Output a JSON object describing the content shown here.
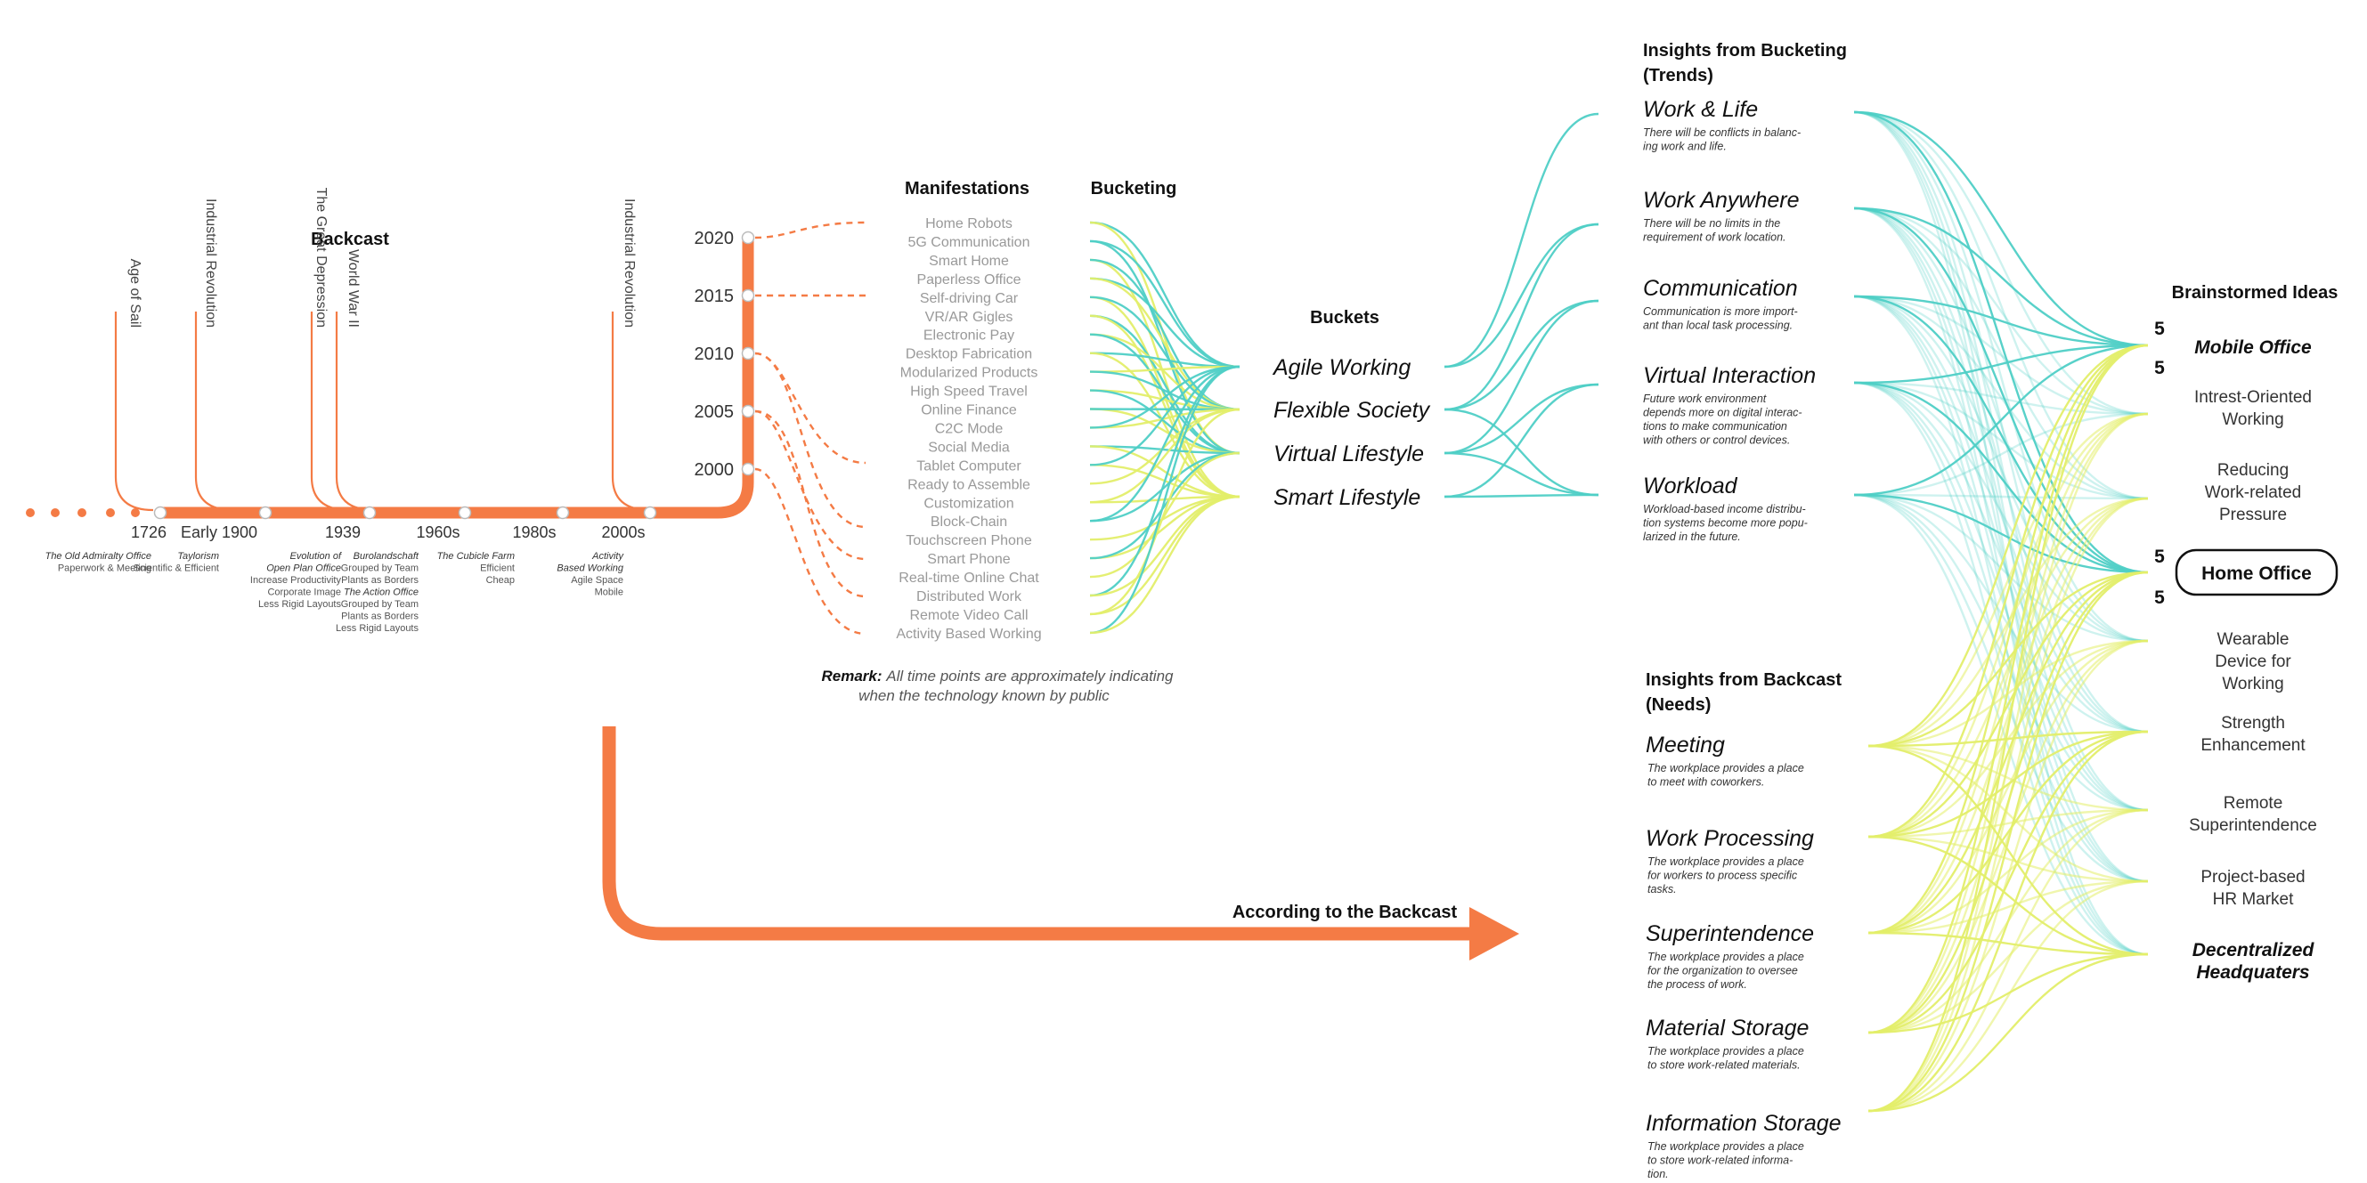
{
  "backcast": {
    "title": "Backcast",
    "eras": [
      {
        "label": "Age of Sail"
      },
      {
        "label": "Industrial Revolution"
      },
      {
        "label": "The Great Depression"
      },
      {
        "label": "World War II"
      },
      {
        "label": "Industrial Revolution"
      }
    ],
    "periods": [
      {
        "date": "1726",
        "lines": [
          "The Old Admiralty Office",
          "Paperwork & Meeting"
        ]
      },
      {
        "date": "Early 1900",
        "lines": [
          "Taylorism",
          "Scientific & Efficient"
        ]
      },
      {
        "date": "1939",
        "lines": [
          "Evolution of",
          "Open Plan Office",
          "Increase Productivity",
          "Corporate Image",
          "Less Rigid Layouts"
        ]
      },
      {
        "date": "1960s",
        "lines": [
          "Burolandschaft",
          "Grouped by Team",
          "Plants as Borders",
          "The Action Office",
          "Grouped by Team",
          "Plants as Borders",
          "Less Rigid Layouts"
        ]
      },
      {
        "date": "1980s",
        "lines": [
          "The Cubicle Farm",
          "Efficient",
          "Cheap"
        ]
      },
      {
        "date": "2000s",
        "lines": [
          "Activity",
          "Based Working",
          "Agile Space",
          "Mobile"
        ]
      }
    ],
    "years": [
      "2020",
      "2015",
      "2010",
      "2005",
      "2000"
    ]
  },
  "manifestations": {
    "title": "Manifestations",
    "items": [
      "Home Robots",
      "5G Communication",
      "Smart Home",
      "Paperless Office",
      "Self-driving Car",
      "VR/AR Gigles",
      "Electronic Pay",
      "Desktop Fabrication",
      "Modularized Products",
      "High Speed Travel",
      "Online Finance",
      "C2C Mode",
      "Social Media",
      "Tablet Computer",
      "Ready to Assemble",
      "Customization",
      "Block-Chain",
      "Touchscreen Phone",
      "Smart Phone",
      "Real-time Online Chat",
      "Distributed Work",
      "Remote Video Call",
      "Activity Based Working"
    ]
  },
  "bucketing": {
    "title": "Bucketing"
  },
  "buckets": {
    "title": "Buckets",
    "items": [
      "Agile Working",
      "Flexible Society",
      "Virtual Lifestyle",
      "Smart Lifestyle"
    ]
  },
  "remark": {
    "label": "Remark:",
    "line1": "All time points are approximately indicating",
    "line2": "when the technology known by public"
  },
  "arrow_label": "According to the Backcast",
  "trends": {
    "title_line1": "Insights from Bucketing",
    "title_line2": "(Trends)",
    "items": [
      {
        "title": "Work & Life",
        "desc": [
          "There will be conflicts in balanc-",
          "ing work and life."
        ]
      },
      {
        "title": "Work Anywhere",
        "desc": [
          "There will be no limits in the",
          "requirement of work location."
        ]
      },
      {
        "title": "Communication",
        "desc": [
          "Communication is more import-",
          "ant than local task processing."
        ]
      },
      {
        "title": "Virtual Interaction",
        "desc": [
          "Future work environment",
          "depends more on digital interac-",
          "tions to make communication",
          "with others or control devices."
        ]
      },
      {
        "title": "Workload",
        "desc": [
          "Workload-based income distribu-",
          "tion systems become more popu-",
          "larized in the future."
        ]
      }
    ]
  },
  "needs": {
    "title_line1": "Insights from Backcast",
    "title_line2": "(Needs)",
    "items": [
      {
        "title": "Meeting",
        "desc": [
          "The workplace provides a place",
          "to meet with coworkers."
        ]
      },
      {
        "title": "Work Processing",
        "desc": [
          "The workplace provides a place",
          "for workers to process specific",
          "tasks."
        ]
      },
      {
        "title": "Superintendence",
        "desc": [
          "The workplace provides a place",
          "for the organization to oversee",
          "the process of work."
        ]
      },
      {
        "title": "Material Storage",
        "desc": [
          "The workplace provides a place",
          "to store work-related materials."
        ]
      },
      {
        "title": "Information Storage",
        "desc": [
          "The workplace provides a place",
          "to store work-related informa-",
          "tion."
        ]
      }
    ]
  },
  "ideas": {
    "title": "Brainstormed Ideas",
    "items": [
      {
        "lines": [
          "Mobile Office"
        ],
        "style": "bold-italic"
      },
      {
        "lines": [
          "Intrest-Oriented",
          "Working"
        ],
        "style": "normal"
      },
      {
        "lines": [
          "Reducing",
          "Work-related",
          "Pressure"
        ],
        "style": "normal"
      },
      {
        "lines": [
          "Home Office"
        ],
        "style": "boxed"
      },
      {
        "lines": [
          "Wearable",
          "Device for",
          "Working"
        ],
        "style": "normal"
      },
      {
        "lines": [
          "Strength",
          "Enhancement"
        ],
        "style": "normal"
      },
      {
        "lines": [
          "Remote",
          "Superintendence"
        ],
        "style": "normal"
      },
      {
        "lines": [
          "Project-based",
          "HR Market"
        ],
        "style": "normal"
      },
      {
        "lines": [
          "Decentralized",
          "Headquaters"
        ],
        "style": "bold-italic"
      }
    ],
    "scores": [
      "5",
      "5",
      "5",
      "5"
    ]
  },
  "colors": {
    "orange": "#f47b45",
    "teal": "#4fcfc6",
    "yellow": "#e3ee6a",
    "text": "#222222"
  }
}
